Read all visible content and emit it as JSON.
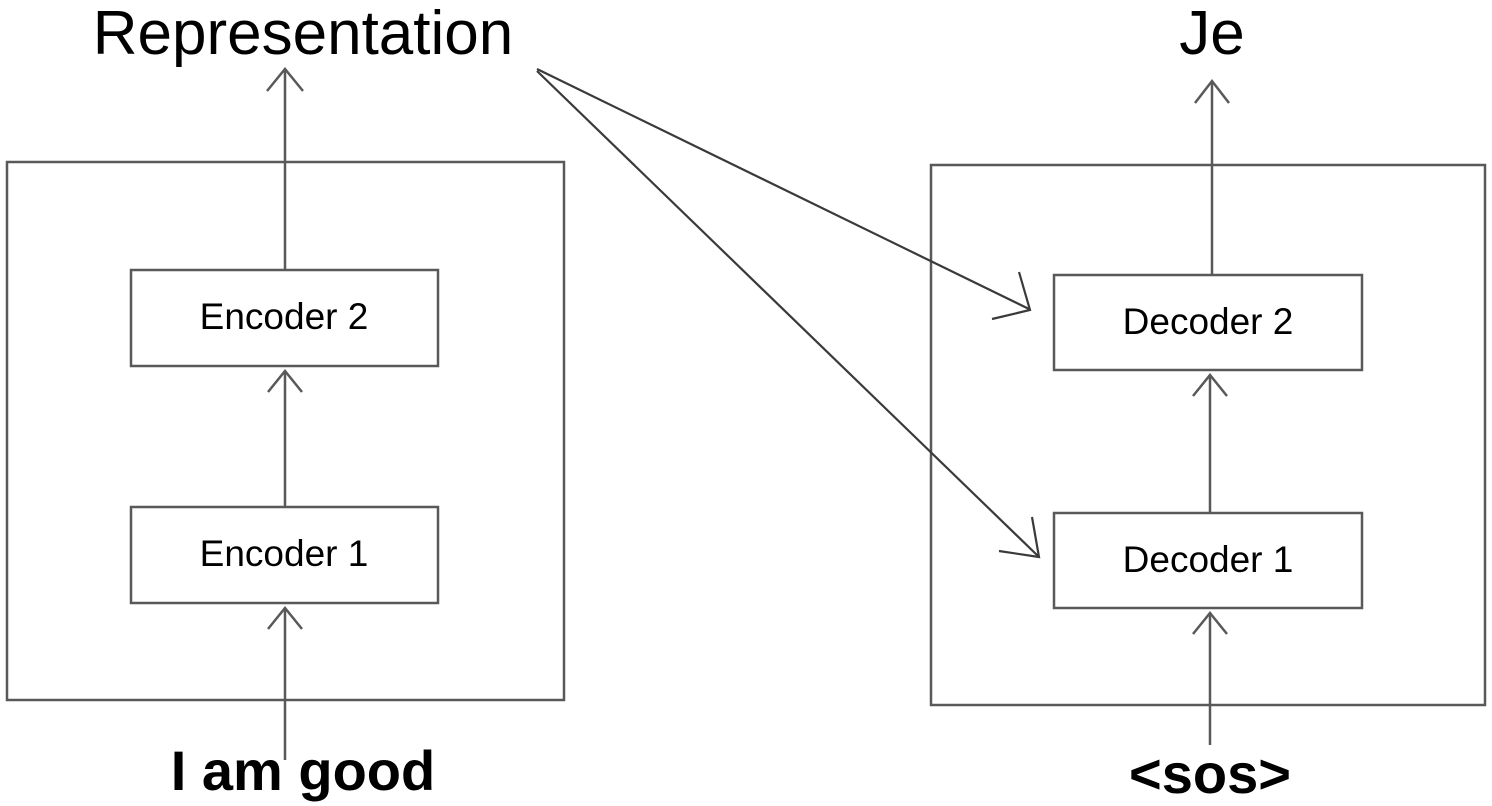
{
  "diagram": {
    "title": "Encoder-Decoder stack diagram",
    "colors": {
      "stroke": "#595959",
      "cross_stroke": "#3a3a3a",
      "text": "#000000",
      "background": "#ffffff"
    },
    "encoder_side": {
      "output_label": "Representation",
      "input_label": "I am good",
      "blocks": [
        {
          "label": "Encoder 2"
        },
        {
          "label": "Encoder 1"
        }
      ]
    },
    "decoder_side": {
      "output_label": "Je",
      "input_label": "<sos>",
      "blocks": [
        {
          "label": "Decoder 2"
        },
        {
          "label": "Decoder 1"
        }
      ]
    },
    "connections": [
      {
        "from": "Representation",
        "to": "Decoder 2"
      },
      {
        "from": "Representation",
        "to": "Decoder 1"
      }
    ]
  }
}
